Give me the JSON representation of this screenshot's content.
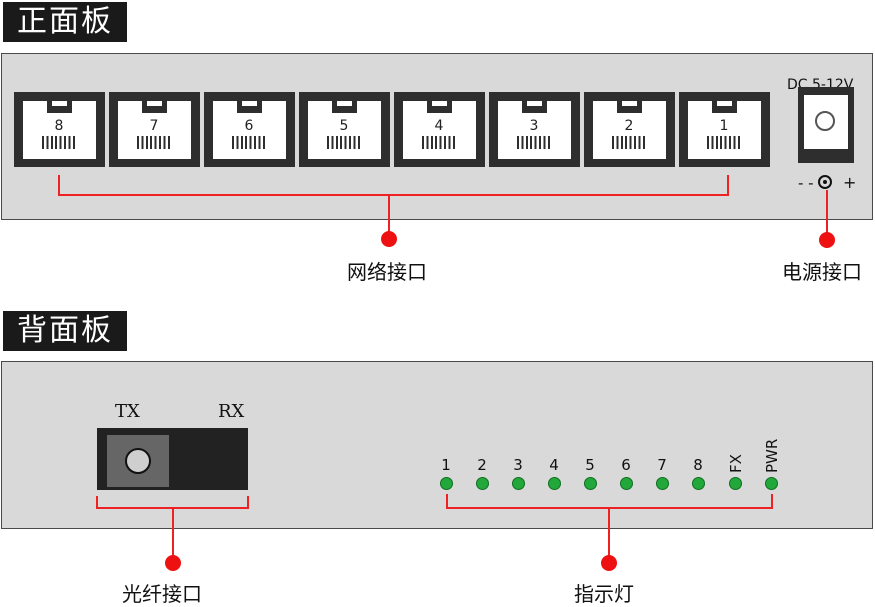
{
  "front": {
    "title": "正面板",
    "ports": [
      "8",
      "7",
      "6",
      "5",
      "4",
      "3",
      "2",
      "1"
    ],
    "dc_label": "DC 5-12V",
    "polarity_minus": "- -",
    "polarity_plus": "+",
    "callout_network": "网络接口",
    "callout_power": "电源接口"
  },
  "back": {
    "title": "背面板",
    "tx_label": "TX",
    "rx_label": "RX",
    "callout_fiber": "光纤接口",
    "led_labels": [
      "1",
      "2",
      "3",
      "4",
      "5",
      "6",
      "7",
      "8"
    ],
    "led_fx": "FX",
    "led_pwr": "PWR",
    "callout_indicator": "指示灯"
  },
  "colors": {
    "panel": "#d9d9d9",
    "callout_red": "#ee2222",
    "led_green": "#22a83a"
  }
}
